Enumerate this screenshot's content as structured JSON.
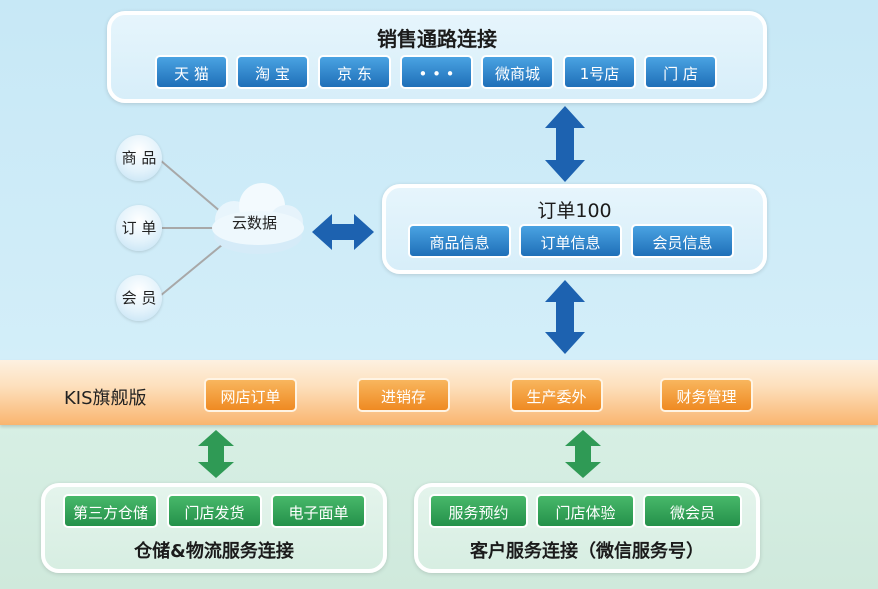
{
  "sales": {
    "title": "销售通路连接",
    "channels": [
      "天 猫",
      "淘 宝",
      "京 东",
      "• • •",
      "微商城",
      "1号店",
      "门 店"
    ]
  },
  "order": {
    "title": "订单100",
    "items": [
      "商品信息",
      "订单信息",
      "会员信息"
    ]
  },
  "cloud": {
    "label": "云数据",
    "nodes": [
      "商 品",
      "订 单",
      "会 员"
    ]
  },
  "kis": {
    "label": "KIS旗舰版",
    "modules": [
      "网店订单",
      "进销存",
      "生产委外",
      "财务管理"
    ]
  },
  "logistics": {
    "title": "仓储&物流服务连接",
    "items": [
      "第三方仓储",
      "门店发货",
      "电子面单"
    ]
  },
  "customer": {
    "title": "客户服务连接（微信服务号）",
    "items": [
      "服务预约",
      "门店体验",
      "微会员"
    ]
  },
  "colors": {
    "blue_arrow": "#1d62b0",
    "green_arrow": "#2f9a55",
    "chip_blue": "#2f84cc",
    "chip_orange": "#f29a35",
    "chip_green": "#2fa357"
  }
}
